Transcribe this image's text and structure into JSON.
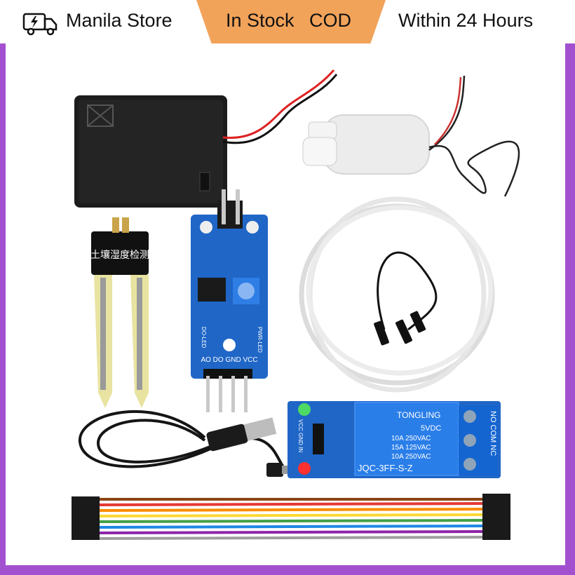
{
  "banner": {
    "store": "Manila Store",
    "stock": "In Stock",
    "payment": "COD",
    "delivery": "Within 24 Hours",
    "accent": "#f2a35a",
    "frame_color": "#a24fd0"
  },
  "icons": {
    "delivery": "truck-lightning-icon"
  },
  "products": {
    "sensor_label": "土壤湿度检测",
    "module_pins": "AO DO GND VCC",
    "module_led_left": "DO-LED",
    "module_led_right": "PWR-LED",
    "relay_brand": "TONGLING",
    "relay_voltage": "5VDC",
    "relay_rating_1": "10A 250VAC",
    "relay_rating_2": "15A 125VAC",
    "relay_rating_3": "10A 250VAC",
    "relay_model": "JQC-3FF-S-Z",
    "relay_terminals": "NO COM NC",
    "relay_pins": "VCC GND IN"
  }
}
